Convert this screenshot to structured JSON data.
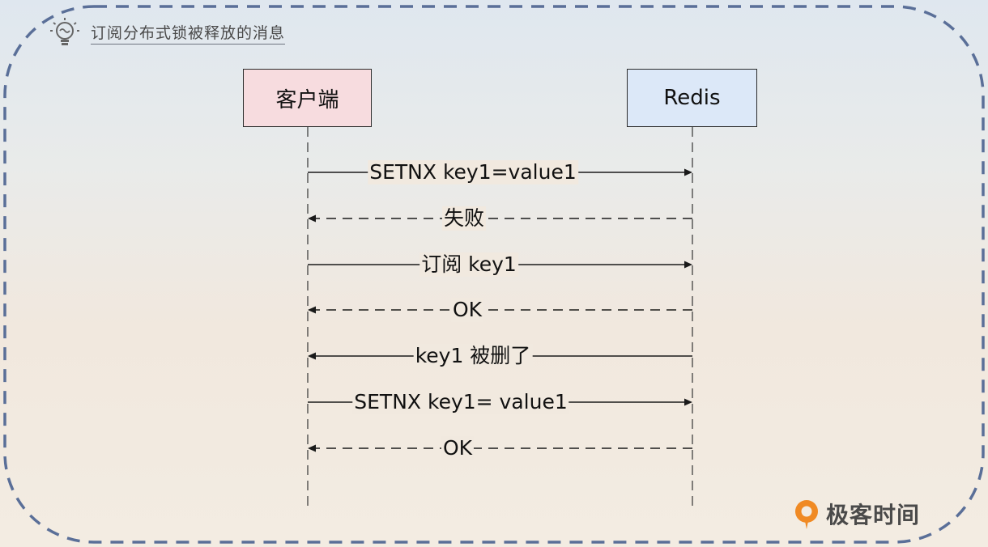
{
  "header": {
    "title": "订阅分布式锁被释放的消息",
    "icon": "lightbulb-icon"
  },
  "participants": [
    {
      "id": "client",
      "label": "客户端",
      "color": "#f7dcdf"
    },
    {
      "id": "redis",
      "label": "Redis",
      "color": "#dce8f8"
    }
  ],
  "messages": [
    {
      "label": "SETNX key1=value1",
      "from": "client",
      "to": "redis",
      "style": "solid"
    },
    {
      "label": "失败",
      "from": "redis",
      "to": "client",
      "style": "dashed"
    },
    {
      "label": "订阅 key1",
      "from": "client",
      "to": "redis",
      "style": "solid"
    },
    {
      "label": "OK",
      "from": "redis",
      "to": "client",
      "style": "dashed"
    },
    {
      "label": "key1 被删了",
      "from": "redis",
      "to": "client",
      "style": "solid"
    },
    {
      "label": "SETNX key1= value1",
      "from": "client",
      "to": "redis",
      "style": "solid"
    },
    {
      "label": "OK",
      "from": "redis",
      "to": "client",
      "style": "dashed"
    }
  ],
  "brand": {
    "text": "极客时间",
    "icon": "geektime-logo-icon",
    "color": "#f08a24"
  },
  "colors": {
    "frame": "#5a6f98",
    "line": "#1a1a1a"
  }
}
